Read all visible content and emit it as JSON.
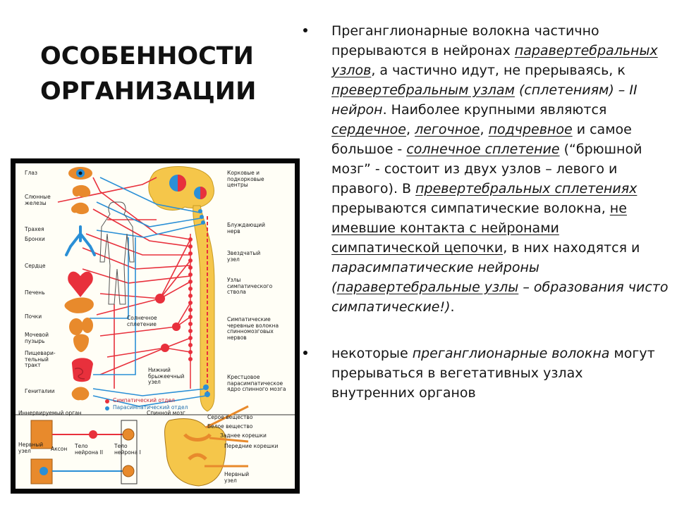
{
  "slide": {
    "title_lines": [
      "ОСОБЕННОСТИ",
      "ОРГАНИЗАЦИИ"
    ],
    "bullets": [
      {
        "segments": [
          {
            "text": "Преганглионарные волокна частично прерываются в нейронах ",
            "style": "normal"
          },
          {
            "text": "паравертебральных узлов",
            "style": "italic-underline"
          },
          {
            "text": ", а частично идут, не прерываясь, к ",
            "style": "normal"
          },
          {
            "text": "превертебральным узлам",
            "style": "italic-underline"
          },
          {
            "text": " (сплетениям) – II нейрон",
            "style": "italic"
          },
          {
            "text": ". Наиболее крупными являются ",
            "style": "normal"
          },
          {
            "text": "сердечное",
            "style": "italic-underline"
          },
          {
            "text": ", ",
            "style": "normal"
          },
          {
            "text": "легочное",
            "style": "italic-underline"
          },
          {
            "text": ", ",
            "style": "normal"
          },
          {
            "text": "подчревное",
            "style": "italic-underline"
          },
          {
            "text": " и самое большое - ",
            "style": "normal"
          },
          {
            "text": "солнечное сплетение",
            "style": "italic-underline"
          },
          {
            "text": " (“брюшной мозг” - состоит из двух узлов – левого и правого).                В ",
            "style": "normal"
          },
          {
            "text": "превертебральных сплетениях",
            "style": "italic-underline"
          },
          {
            "text": " прерываются симпатические волокна, ",
            "style": "normal"
          },
          {
            "text": "не имевшие контакта с нейронами симпатической цепочки",
            "style": "underline"
          },
          {
            "text": ", в них находятся и ",
            "style": "normal"
          },
          {
            "text": "парасимпатические нейроны",
            "style": "italic"
          },
          {
            "text": " (",
            "style": "italic"
          },
          {
            "text": "паравертебральные узлы",
            "style": "italic-underline"
          },
          {
            "text": " – образования чисто симпатические!)",
            "style": "italic"
          },
          {
            "text": ".",
            "style": "normal"
          }
        ]
      },
      {
        "segments": [
          {
            "text": "некоторые ",
            "style": "normal"
          },
          {
            "text": "преганглионарные волокна",
            "style": "italic"
          },
          {
            "text": " могут прерываться в вегетативных узлах внутренних органов",
            "style": "normal"
          }
        ]
      }
    ]
  },
  "figure": {
    "organ_labels": [
      "Глаз",
      "Слюнные\nжелезы",
      "Трахея",
      "Бронхи",
      "Сердце",
      "Печень",
      "Почки",
      "Мочевой\nпузырь",
      "Пищевари-\nтельный\nтракт",
      "Гениталии"
    ],
    "center_labels": [
      "Корковые и\nподкорковые\nцентры",
      "Блуждающий\nнерв",
      "Звездчатый\nузел",
      "Узлы\nсимпатического\nствола",
      "Симпатические\nчеревные волокна\nспинномозговых\nнервов",
      "Крестцовое\nпарасимпатическое\nядро спинного мозга",
      "Солнечное\nсплетение",
      "Нижний\nбрыжеечный\nузел"
    ],
    "legend": [
      {
        "label": "Симпатический отдел",
        "color": "#e8303c"
      },
      {
        "label": "Парасимпатический отдел",
        "color": "#2a8fd6"
      }
    ],
    "inset_labels": {
      "organ": "Иннервируемый орган",
      "spinal_cord": "Спинной мозг",
      "ganglion_left": "Нервный\nузел",
      "axon": "Аксон",
      "neuron_2": "Тело\nнейрона II",
      "neuron_1": "Тело\nнейрона I",
      "gray": "Серое вещество",
      "white": "Белое вещество",
      "anterior": "Заднее корешки",
      "posterior": "Передние корешки",
      "ganglion_bottom": "Нервный\nузел"
    },
    "colors": {
      "sympathetic": "#e8303c",
      "parasympathetic": "#2a8fd6",
      "brain": "#f5c64a",
      "organ": "#e88a2c",
      "frame": "#050505"
    }
  }
}
